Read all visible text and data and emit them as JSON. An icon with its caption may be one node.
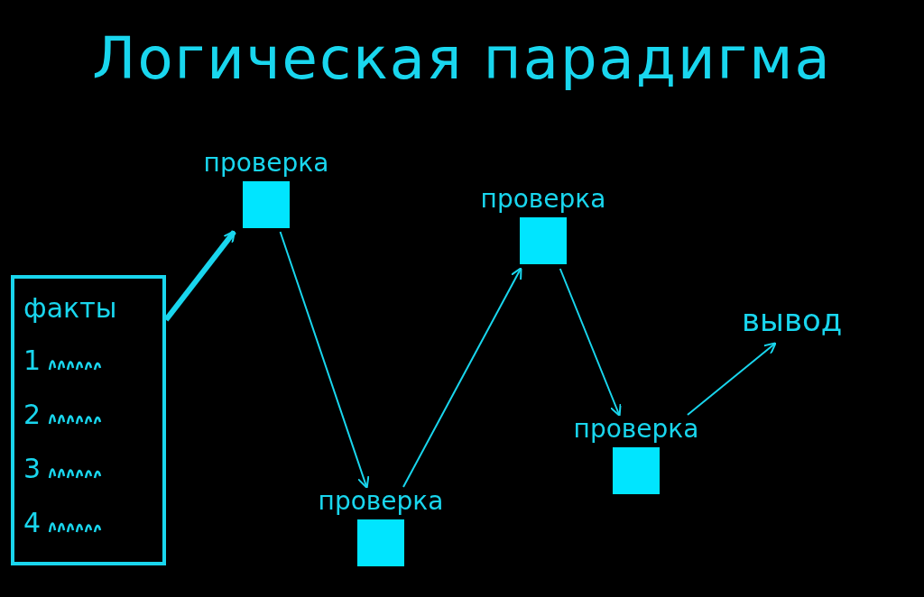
{
  "diagram": {
    "title": "Логическая парадигма",
    "nodes": [
      {
        "text": [
          "факты",
          "1",
          "2",
          "3",
          "4"
        ]
      },
      {
        "text": [
          "проверка"
        ]
      },
      {
        "text": [
          "проверка"
        ]
      },
      {
        "text": [
          "проверка"
        ]
      },
      {
        "text": [
          "проверка"
        ]
      },
      {
        "text": [
          "вывод"
        ]
      }
    ],
    "edges": [
      {
        "from": 0,
        "to": 1,
        "arrow": "to",
        "style": "thick"
      },
      {
        "from": 1,
        "to": 2,
        "arrow": "to"
      },
      {
        "from": 2,
        "to": 3,
        "arrow": "to"
      },
      {
        "from": 3,
        "to": 4,
        "arrow": "to"
      },
      {
        "from": 4,
        "to": 5,
        "arrow": "to"
      }
    ]
  }
}
